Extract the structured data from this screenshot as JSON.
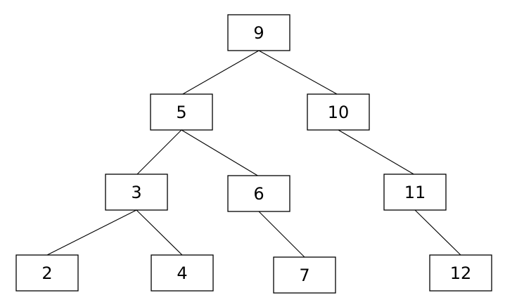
{
  "tree": {
    "nodes": [
      {
        "id": "n9",
        "label": "9"
      },
      {
        "id": "n5",
        "label": "5"
      },
      {
        "id": "n10",
        "label": "10"
      },
      {
        "id": "n3",
        "label": "3"
      },
      {
        "id": "n6",
        "label": "6"
      },
      {
        "id": "n11",
        "label": "11"
      },
      {
        "id": "n2",
        "label": "2"
      },
      {
        "id": "n4",
        "label": "4"
      },
      {
        "id": "n7",
        "label": "7"
      },
      {
        "id": "n12",
        "label": "12"
      }
    ],
    "edges": [
      {
        "from": "n9",
        "to": "n5"
      },
      {
        "from": "n9",
        "to": "n10"
      },
      {
        "from": "n5",
        "to": "n3"
      },
      {
        "from": "n5",
        "to": "n6"
      },
      {
        "from": "n10",
        "to": "n11"
      },
      {
        "from": "n3",
        "to": "n2"
      },
      {
        "from": "n3",
        "to": "n4"
      },
      {
        "from": "n6",
        "to": "n7"
      },
      {
        "from": "n11",
        "to": "n12"
      }
    ]
  }
}
